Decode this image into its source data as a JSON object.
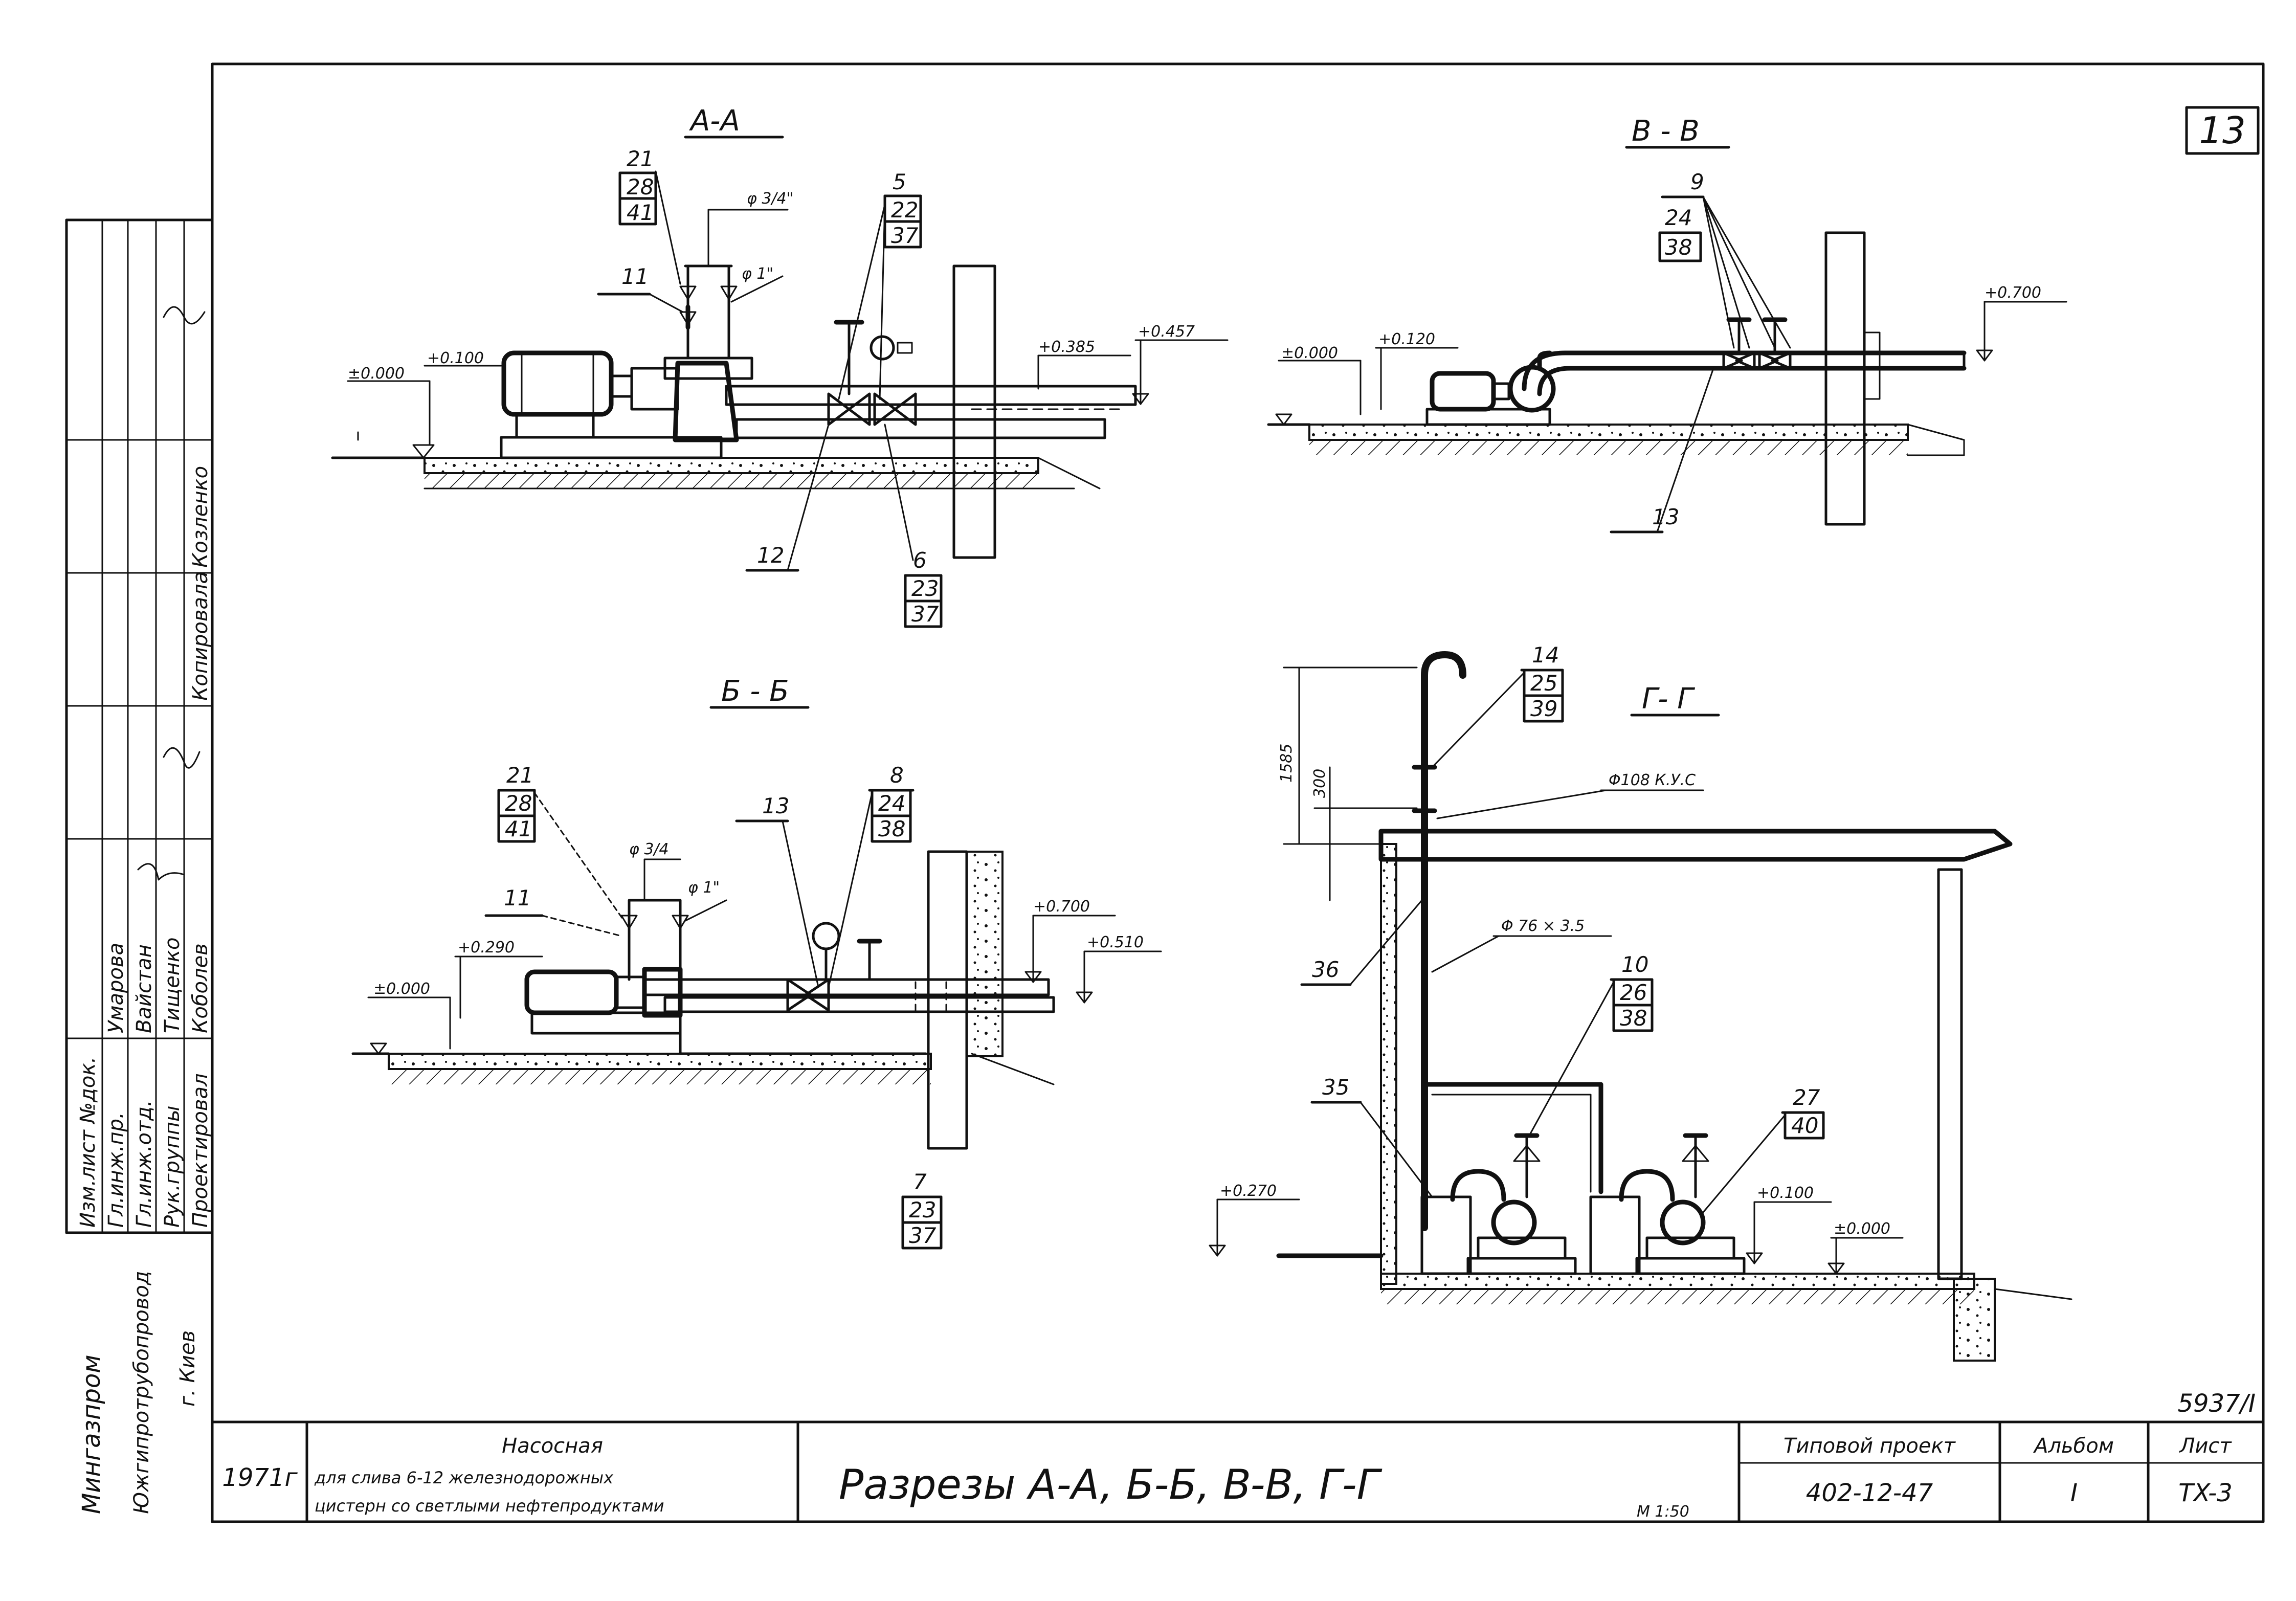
{
  "sheet": {
    "sheet_number": "13",
    "stamp_code": "5937/I"
  },
  "sections": {
    "aa": {
      "title": "A-A",
      "callout_top_left": [
        "21",
        "28",
        "41"
      ],
      "callout_11": "11",
      "callout_12": "12",
      "callout_top_right": [
        "5",
        "22",
        "37"
      ],
      "callout_bottom": [
        "6",
        "23",
        "37"
      ],
      "dia_small": "φ 3/4\"",
      "dia_large": "φ 1\"",
      "elev_zero": "±0.000",
      "elev_1": "+0.100",
      "elev_2": "+0.385",
      "elev_3": "+0.457"
    },
    "bb": {
      "title": "Б - Б",
      "callout_left": [
        "21",
        "28",
        "41"
      ],
      "callout_11": "11",
      "callout_13": "13",
      "callout_right": [
        "8",
        "24",
        "38"
      ],
      "callout_bottom": [
        "7",
        "23",
        "37"
      ],
      "dia_small": "φ 3/4",
      "dia_large": "φ 1\"",
      "elev_zero": "±0.000",
      "elev_1": "+0.290",
      "elev_2": "+0.700",
      "elev_3": "+0.510"
    },
    "vv": {
      "title": "B - B",
      "callout_top": [
        "9",
        "24",
        "38"
      ],
      "callout_13": "13",
      "elev_zero": "±0.000",
      "elev_1": "+0.120",
      "elev_2": "+0.700"
    },
    "gg": {
      "title": "Г- Г",
      "callout_top": [
        "14",
        "25",
        "39"
      ],
      "callout_36": "36",
      "callout_35": "35",
      "callout_mid": [
        "10",
        "26",
        "38"
      ],
      "callout_right": [
        "27",
        "40"
      ],
      "dim_total": "1585",
      "dim_300": "300",
      "note_sleeve": "Φ108 К.У.С",
      "note_pipe": "Φ 76 × 3.5",
      "elev_1": "+0.270",
      "elev_2": "+0.100",
      "elev_zero": "±0.000"
    }
  },
  "side_stamp": {
    "rows": [
      "Изм.лист №док.",
      "Гл.инж.пр.",
      "Гл.инж.отд.",
      "Рук.группы",
      "Проектировал",
      "Копировала"
    ],
    "names": [
      "Умарова",
      "Вайстан",
      "Тищенко",
      "Коболев",
      "Козленко"
    ],
    "org_1": "Мингазпром",
    "org_2": "Южгипротрубопровод",
    "org_3": "г. Киев"
  },
  "title_block": {
    "year": "1971г",
    "object_title": "Насосная",
    "object_desc_1": "для слива 6-12 железнодорожных",
    "object_desc_2": "цистерн со светлыми нефтепродуктами",
    "drawing_title": "Разрезы  A-A, Б-Б, B-B, Г-Г",
    "scale": "M 1:50",
    "project_label": "Типовой проект",
    "project_number": "402-12-47",
    "album_label": "Альбом",
    "album_value": "I",
    "sheet_label": "Лист",
    "sheet_value": "TX-3"
  }
}
